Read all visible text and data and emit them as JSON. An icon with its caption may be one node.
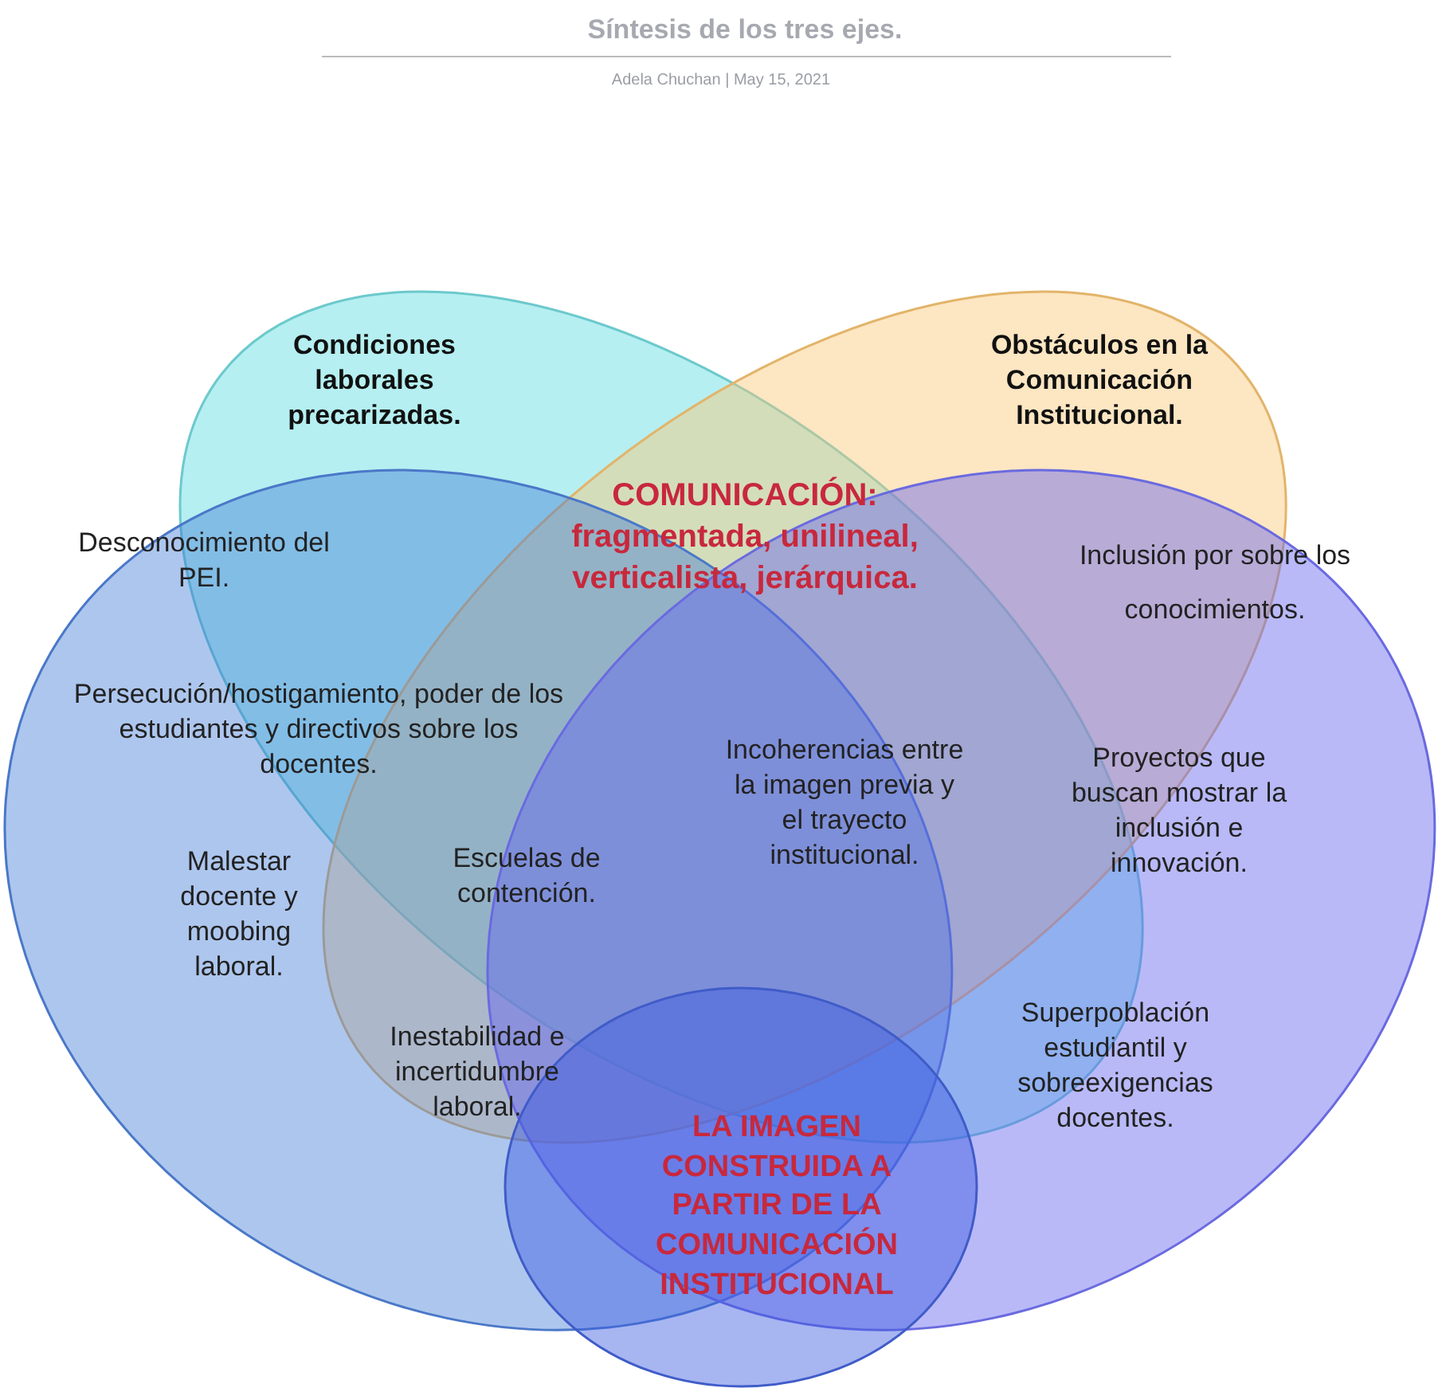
{
  "diagram": {
    "title": "Síntesis de los tres ejes.",
    "nodes": [
      {
        "text": [
          "Condiciones laborales precarizadas."
        ]
      },
      {
        "text": [
          "Obstáculos en la Comunicación Institucional."
        ]
      },
      {
        "text": [],
        "shape": "ellipse"
      },
      {
        "text": [],
        "shape": "ellipse"
      },
      {
        "text": [
          "LA IMAGEN CONSTRUIDA A PARTIR DE LA COMUNICACIÓN INSTITUCIONAL"
        ]
      }
    ],
    "edges": [],
    "labels": [
      "Adela Chuchan | May 15, 2021",
      "COMUNICACIÓN: fragmentada, unilineal, verticalista, jerárquica.",
      "Desconocimiento del PEI.",
      "Inclusión por sobre los conocimientos.",
      "Persecución/hostigamiento, poder de los estudiantes y directivos sobre los docentes.",
      "Incoherencias entre la imagen previa y el trayecto institucional.",
      "Proyectos que buscan mostrar la inclusión e innovación.",
      "Malestar docente y moobing laboral.",
      "Escuelas de contención.",
      "Superpoblación estudiantil y sobreexigencias docentes.",
      "Inestabilidad e incertidumbre laboral."
    ]
  }
}
